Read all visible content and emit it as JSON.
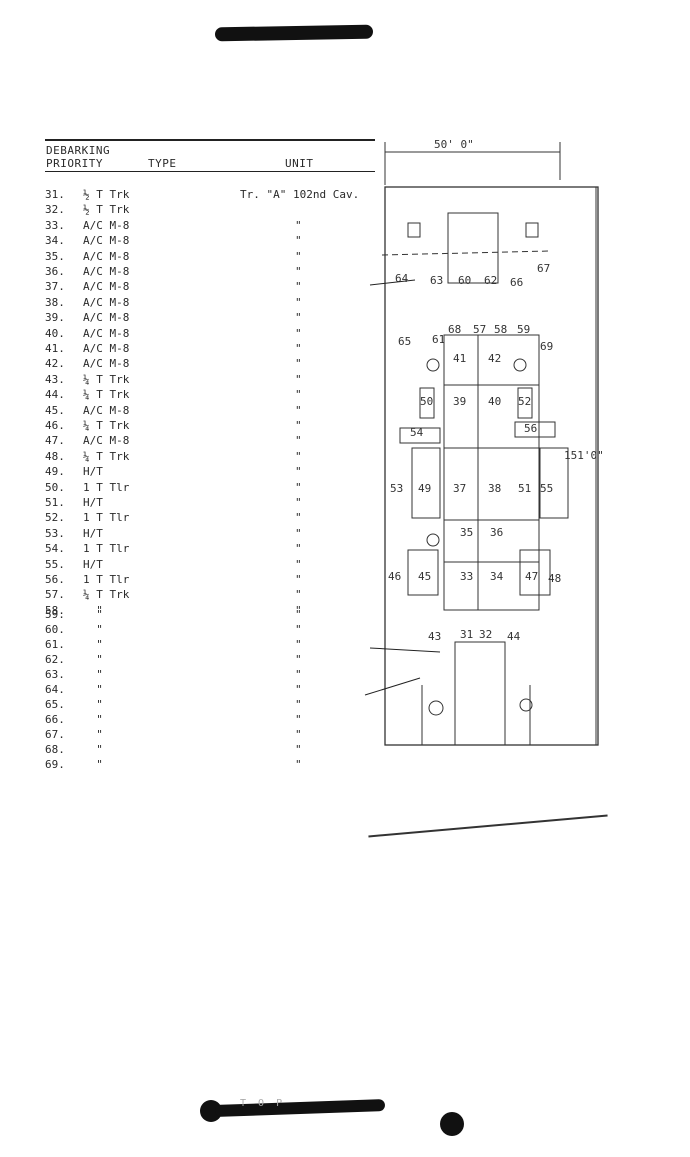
{
  "header": {
    "col1_line1": "DEBARKING",
    "col1_line2": "PRIORITY",
    "col2": "TYPE",
    "col3": "UNIT"
  },
  "rows": [
    {
      "num": "31.",
      "type": "½ T Trk",
      "unit": "Tr. \"A\" 102nd Cav."
    },
    {
      "num": "32.",
      "type": "½ T Trk",
      "unit": ""
    },
    {
      "num": "33.",
      "type": "A/C M-8",
      "unit": "\""
    },
    {
      "num": "34.",
      "type": "A/C M-8",
      "unit": "\""
    },
    {
      "num": "35.",
      "type": "A/C M-8",
      "unit": "\""
    },
    {
      "num": "36.",
      "type": "A/C M-8",
      "unit": "\""
    },
    {
      "num": "37.",
      "type": "A/C M-8",
      "unit": "\""
    },
    {
      "num": "38.",
      "type": "A/C M-8",
      "unit": "\""
    },
    {
      "num": "39.",
      "type": "A/C M-8",
      "unit": "\""
    },
    {
      "num": "40.",
      "type": "A/C M-8",
      "unit": "\""
    },
    {
      "num": "41.",
      "type": "A/C M-8",
      "unit": "\""
    },
    {
      "num": "42.",
      "type": "A/C M-8",
      "unit": "\""
    },
    {
      "num": "43.",
      "type": "¼ T Trk",
      "unit": "\""
    },
    {
      "num": "44.",
      "type": "¼ T Trk",
      "unit": "\""
    },
    {
      "num": "45.",
      "type": "A/C M-8",
      "unit": "\""
    },
    {
      "num": "46.",
      "type": "¼ T Trk",
      "unit": "\""
    },
    {
      "num": "47.",
      "type": "A/C M-8",
      "unit": "\""
    },
    {
      "num": "48.",
      "type": "¼ T Trk",
      "unit": "\""
    },
    {
      "num": "49.",
      "type": "H/T",
      "unit": "\""
    },
    {
      "num": "50.",
      "type": "1 T Tlr",
      "unit": "\""
    },
    {
      "num": "51.",
      "type": "H/T",
      "unit": "\""
    },
    {
      "num": "52.",
      "type": "1 T Tlr",
      "unit": "\""
    },
    {
      "num": "53.",
      "type": "H/T",
      "unit": "\""
    },
    {
      "num": "54.",
      "type": "1 T Tlr",
      "unit": "\""
    },
    {
      "num": "55.",
      "type": "H/T",
      "unit": "\""
    },
    {
      "num": "56.",
      "type": "1 T Tlr",
      "unit": "\""
    },
    {
      "num": "57.",
      "type": "¼ T Trk",
      "unit": "\""
    },
    {
      "num": "58.",
      "type": "  \"",
      "unit": "\""
    },
    {
      "num": "59.",
      "type": "  \"",
      "unit": "\""
    },
    {
      "num": "60.",
      "type": "  \"",
      "unit": "\""
    },
    {
      "num": "61.",
      "type": "  \"",
      "unit": "\""
    },
    {
      "num": "62.",
      "type": "  \"",
      "unit": "\""
    },
    {
      "num": "63.",
      "type": "  \"",
      "unit": "\""
    },
    {
      "num": "64.",
      "type": "  \"",
      "unit": "\""
    },
    {
      "num": "65.",
      "type": "  \"",
      "unit": "\""
    },
    {
      "num": "66.",
      "type": "  \"",
      "unit": "\""
    },
    {
      "num": "67.",
      "type": "  \"",
      "unit": "\""
    },
    {
      "num": "68.",
      "type": "  \"",
      "unit": "\""
    },
    {
      "num": "69.",
      "type": "  \"",
      "unit": "\""
    }
  ],
  "diagram": {
    "width_label": "50' 0\"",
    "length_label": "151'0\"",
    "slots": [
      "64",
      "63",
      "60",
      "62",
      "66",
      "67",
      "68",
      "57",
      "58",
      "59",
      "65",
      "61",
      "69",
      "41",
      "42",
      "50",
      "39",
      "40",
      "52",
      "54",
      "56",
      "53",
      "49",
      "37",
      "38",
      "51",
      "55",
      "35",
      "36",
      "46",
      "45",
      "33",
      "34",
      "47",
      "48",
      "43",
      "31",
      "32",
      "44"
    ]
  },
  "footer": {
    "stamp_text": "T O P"
  }
}
